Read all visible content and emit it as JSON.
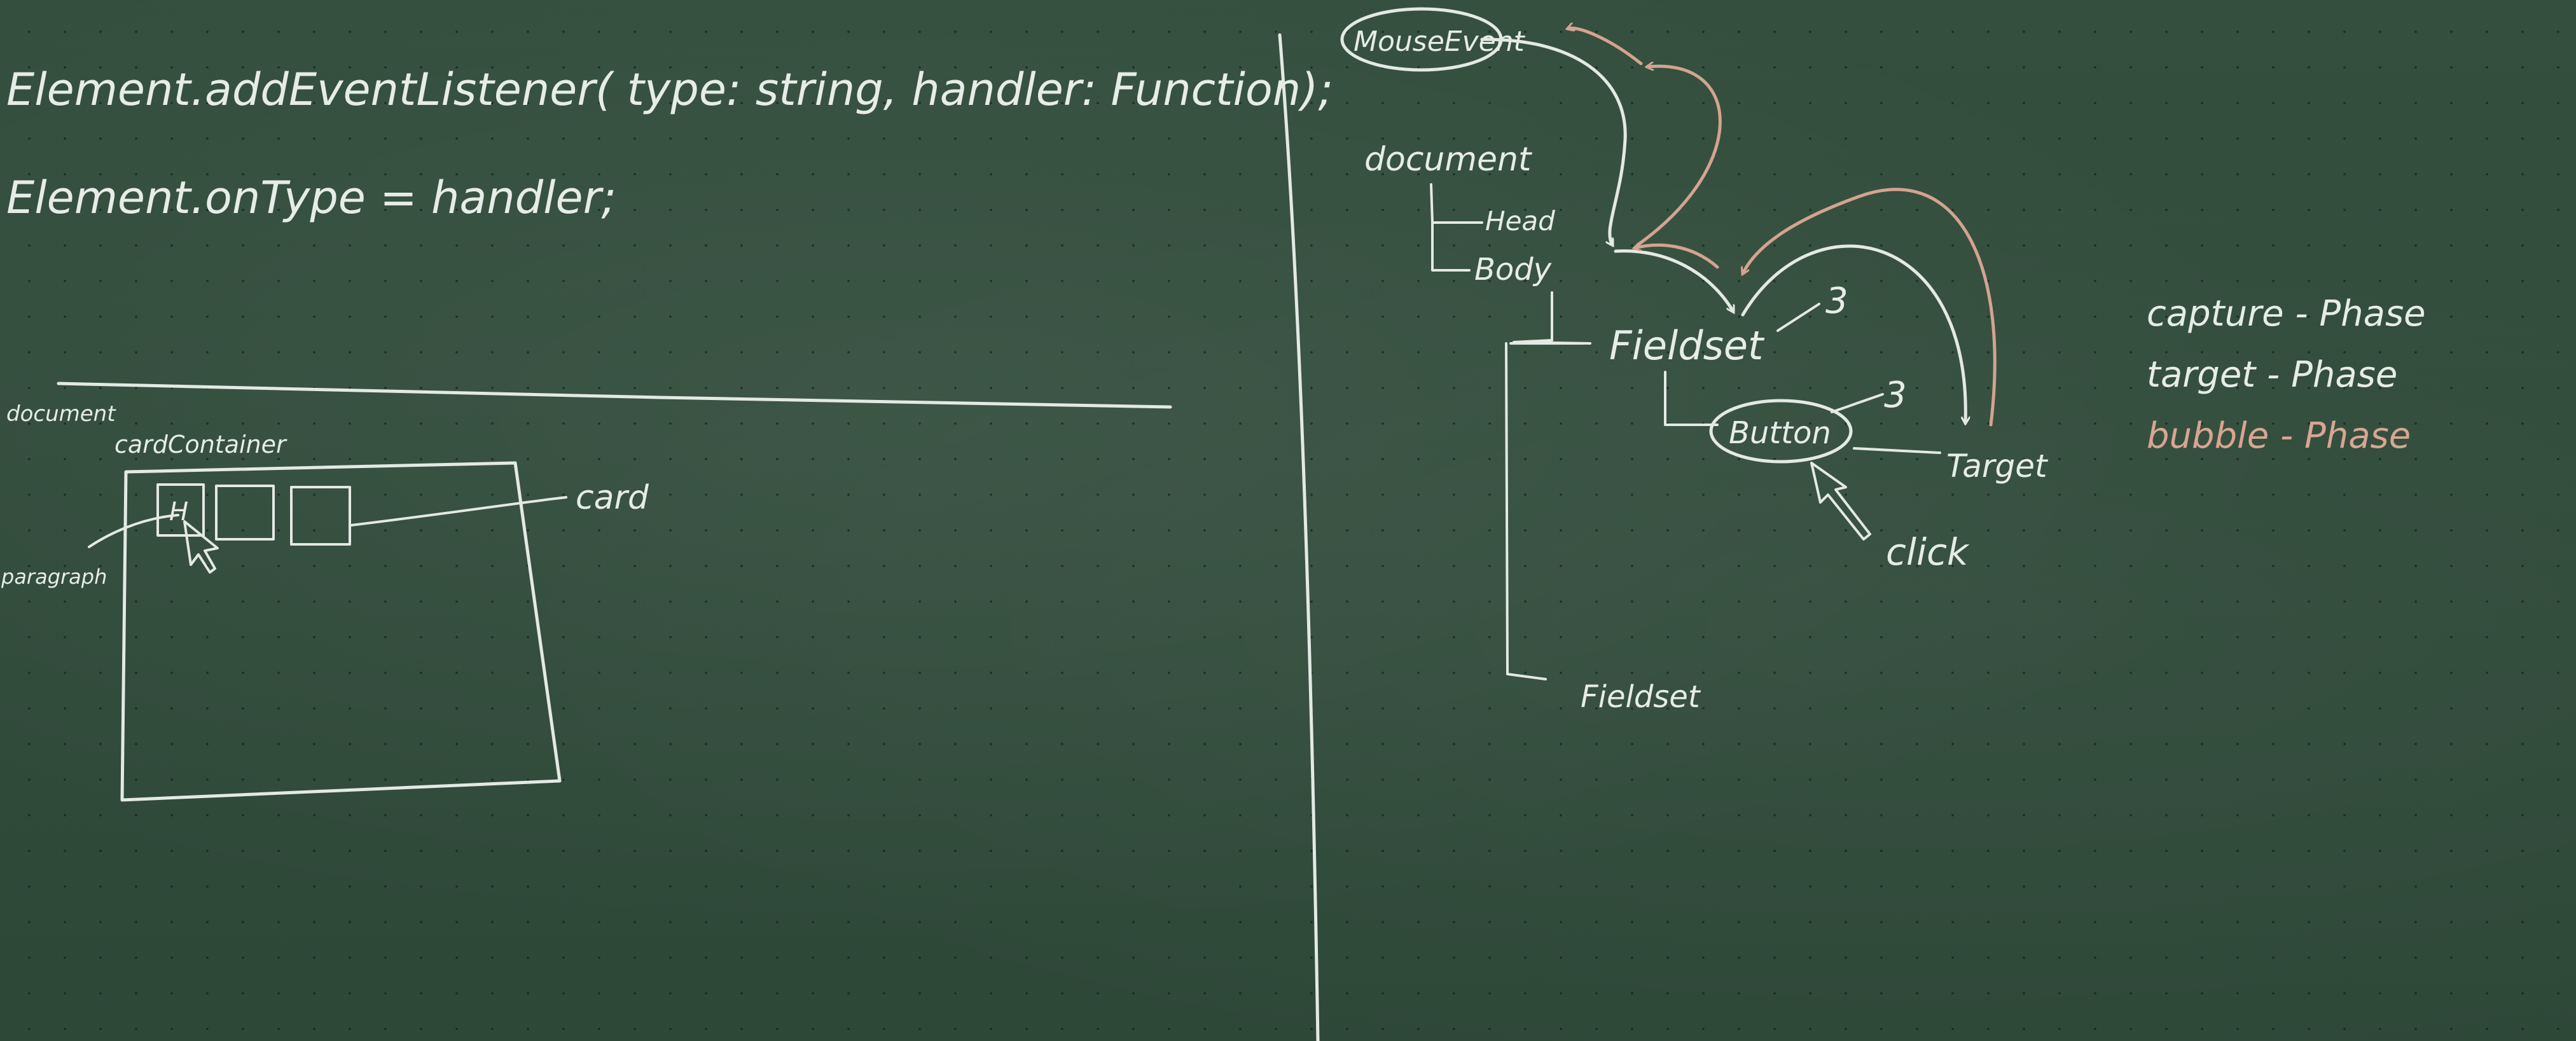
{
  "code": {
    "line1": "Element.addEventListener( type: string, handler: Function);",
    "line2": "Element.onType   = handler;"
  },
  "layout_sketch": {
    "document_label": "document",
    "container_label": "cardContainer",
    "card_label": "card",
    "paragraph_label": "paragraph",
    "card_letter": "H"
  },
  "dom_tree": {
    "event": "MouseEvent",
    "root": "document",
    "head": "Head",
    "body": "Body",
    "fieldset1": "Fieldset",
    "button": "Button",
    "target": "Target",
    "click": "click",
    "fieldset2": "Fieldset",
    "marker": "3"
  },
  "legend": {
    "capture": "capture - Phase",
    "target": "target - Phase",
    "bubble": "bubble - Phase"
  },
  "colors": {
    "board": "#2f4a39",
    "chalk_white": "#e6ece6",
    "chalk_pink": "#d9a592"
  }
}
